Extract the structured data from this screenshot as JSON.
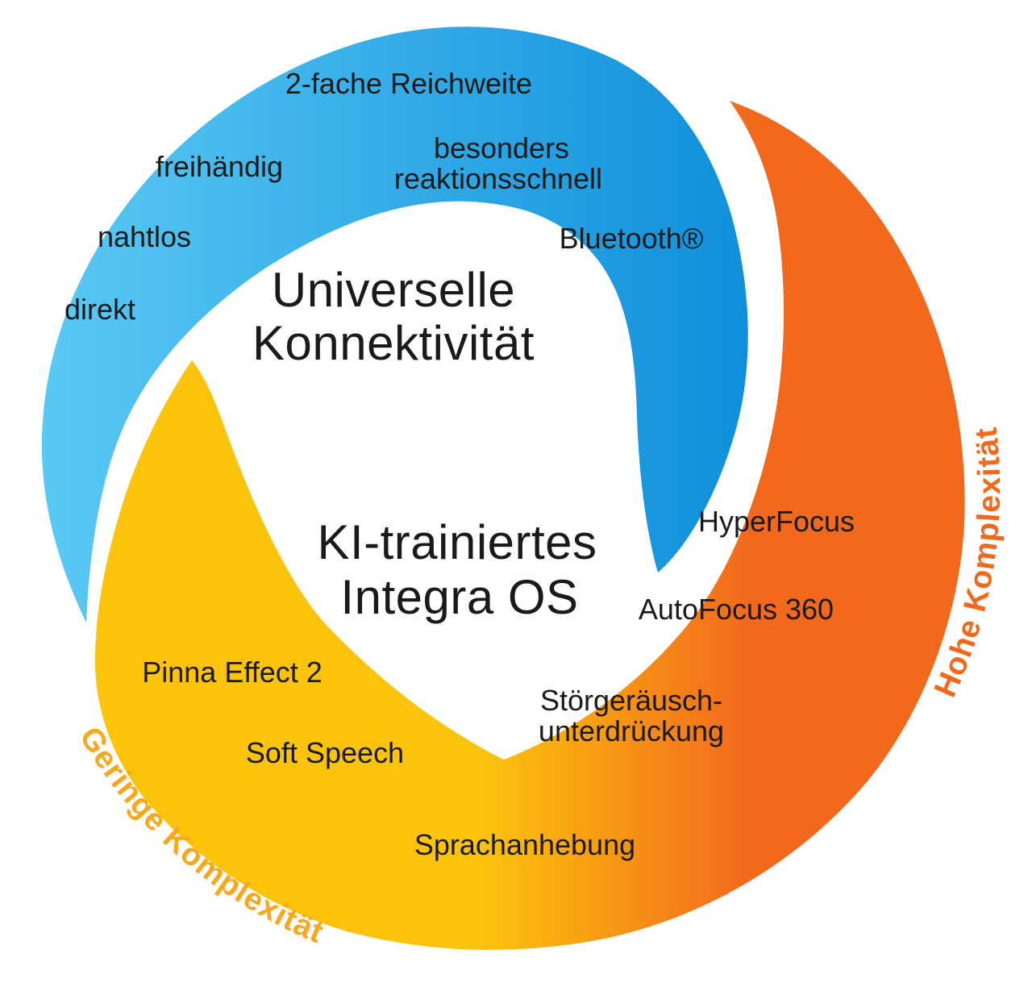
{
  "diagram": {
    "center_circle": {
      "connectivity_title": [
        "Universelle",
        "Konnektivität"
      ],
      "os_title": [
        "KI-trainiertes",
        "Integra OS"
      ]
    },
    "connectivity_ring": {
      "features": {
        "reichweite": "2-fache Reichweite",
        "freihaendig": "freihändig",
        "reaktionsschnell": [
          "besonders",
          "reaktionsschnell"
        ],
        "nahtlos": "nahtlos",
        "bluetooth": "Bluetooth®",
        "direkt": "direkt"
      }
    },
    "complexity_ring": {
      "low_complexity_label": "Geringe Komplexität",
      "high_complexity_label": "Hohe Komplexität",
      "features": {
        "hyperfocus": "HyperFocus",
        "autofocus360": "AutoFocus 360",
        "pinna_effect": "Pinna Effect 2",
        "soft_speech": "Soft Speech",
        "stoergeraeuschunterdrueckung": [
          "Störgeräusch-",
          "unterdrückung"
        ],
        "sprachanhebung": "Sprachanhebung"
      }
    },
    "colors": {
      "blue_light": "#5BC9F4",
      "blue_dark": "#0F8FDB",
      "yellow": "#FCC30D",
      "orange": "#F2691D",
      "low_complexity_label": "#F8A71E",
      "high_complexity_label": "#F2691D",
      "text": "#1A1A1A"
    }
  }
}
